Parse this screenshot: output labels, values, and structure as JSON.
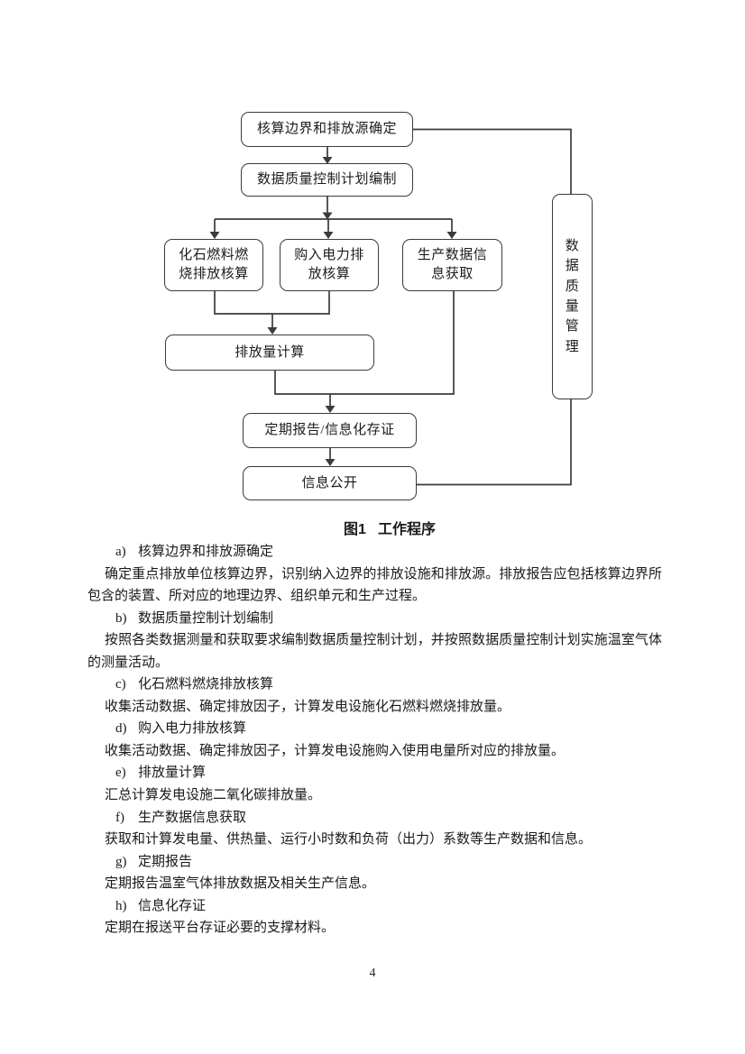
{
  "figure": {
    "caption": {
      "label": "图1",
      "title": "工作程序"
    },
    "colors": {
      "line": "#3b3b3b",
      "text": "#1c1c1c",
      "background": "#ffffff"
    },
    "nodes": {
      "boundary": {
        "lines": [
          "核算边界和排放源确定"
        ]
      },
      "plan": {
        "lines": [
          "数据质量控制计划编制"
        ]
      },
      "fossil": {
        "lines": [
          "化石燃料燃",
          "烧排放核算"
        ]
      },
      "power": {
        "lines": [
          "购入电力排",
          "放核算"
        ]
      },
      "production": {
        "lines": [
          "生产数据信",
          "息获取"
        ]
      },
      "calc": {
        "lines": [
          "排放量计算"
        ]
      },
      "report": {
        "lines": [
          "定期报告/信息化存证"
        ]
      },
      "disclosure": {
        "lines": [
          "信息公开"
        ]
      },
      "quality": {
        "chars": [
          "数",
          "据",
          "质",
          "量",
          "管",
          "理"
        ]
      }
    }
  },
  "body": {
    "items": [
      {
        "letter": "a)",
        "title": "核算边界和排放源确定",
        "paragraphs": [
          "确定重点排放单位核算边界，识别纳入边界的排放设施和排放源。排放报告应包括核算边界所包含的装置、所对应的地理边界、组织单元和生产过程。"
        ]
      },
      {
        "letter": "b)",
        "title": "数据质量控制计划编制",
        "paragraphs": [
          "按照各类数据测量和获取要求编制数据质量控制计划，并按照数据质量控制计划实施温室气体的测量活动。"
        ]
      },
      {
        "letter": "c)",
        "title": "化石燃料燃烧排放核算",
        "paragraphs": [
          "收集活动数据、确定排放因子，计算发电设施化石燃料燃烧排放量。"
        ]
      },
      {
        "letter": "d)",
        "title": "购入电力排放核算",
        "paragraphs": [
          "收集活动数据、确定排放因子，计算发电设施购入使用电量所对应的排放量。"
        ]
      },
      {
        "letter": "e)",
        "title": "排放量计算",
        "paragraphs": [
          "汇总计算发电设施二氧化碳排放量。"
        ]
      },
      {
        "letter": "f)",
        "title": "生产数据信息获取",
        "paragraphs": [
          "获取和计算发电量、供热量、运行小时数和负荷（出力）系数等生产数据和信息。"
        ]
      },
      {
        "letter": "g)",
        "title": "定期报告",
        "paragraphs": [
          "定期报告温室气体排放数据及相关生产信息。"
        ]
      },
      {
        "letter": "h)",
        "title": "信息化存证",
        "paragraphs": [
          "定期在报送平台存证必要的支撑材料。"
        ]
      }
    ]
  },
  "page": {
    "number": "4"
  }
}
